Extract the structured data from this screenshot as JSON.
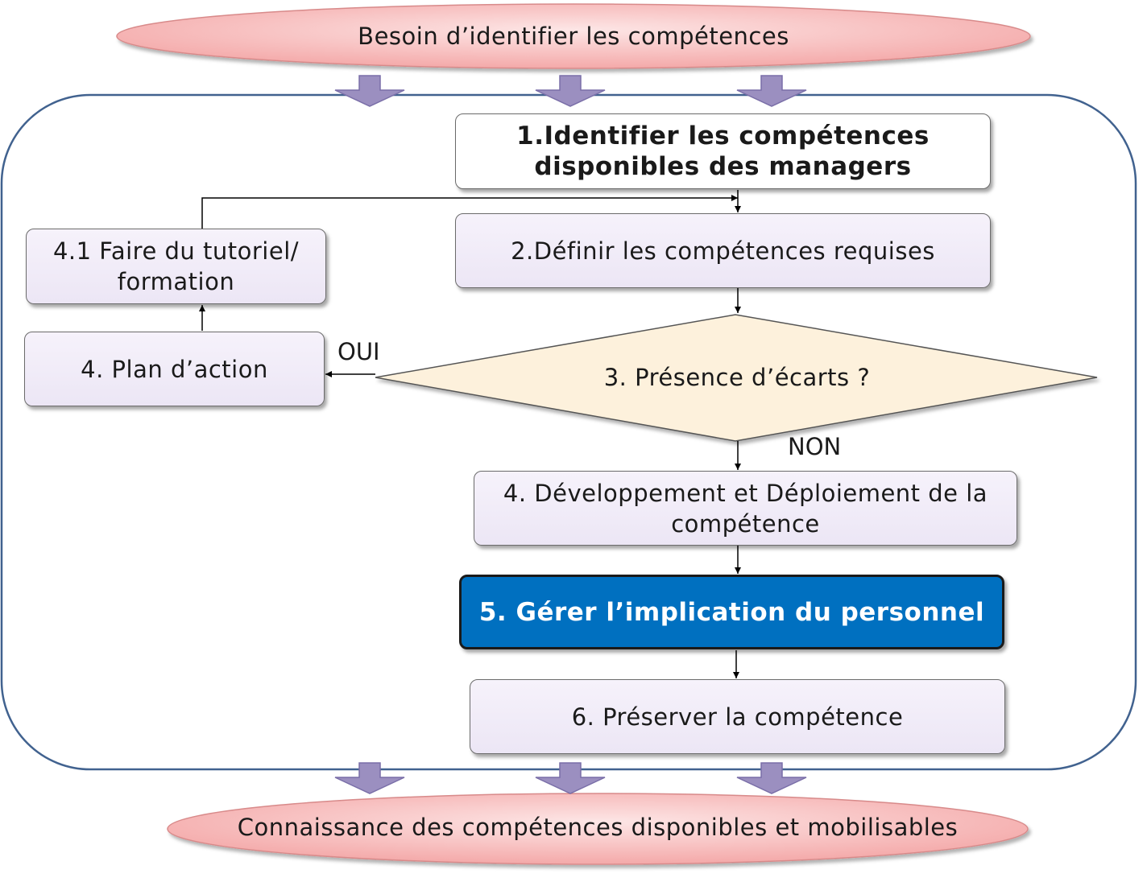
{
  "top_ellipse": {
    "text": "Besoin d’identifier les compétences"
  },
  "bottom_ellipse": {
    "text": "Connaissance des compétences disponibles et mobilisables"
  },
  "steps": {
    "step1": "1.Identifier les compétences disponibles des managers",
    "step2": "2.Définir les compétences requises",
    "step3": "3. Présence d’écarts ?",
    "step4_dev": "4. Développement et Déploiement de la compétence",
    "step4_plan": "4. Plan d’action",
    "step41": "4.1  Faire du tutoriel/ formation",
    "step5": "5. Gérer l’implication du personnel",
    "step6": "6. Préserver la compétence"
  },
  "branches": {
    "yes": "OUI",
    "no": "NON"
  },
  "colors": {
    "ellipse_fill": "#f7b8b8",
    "container_border": "#41628f",
    "block_arrow": "#9b8fc0",
    "step_fill": "#ece6f5",
    "diamond_fill": "#fdf1dc",
    "highlight": "#0070c0"
  }
}
